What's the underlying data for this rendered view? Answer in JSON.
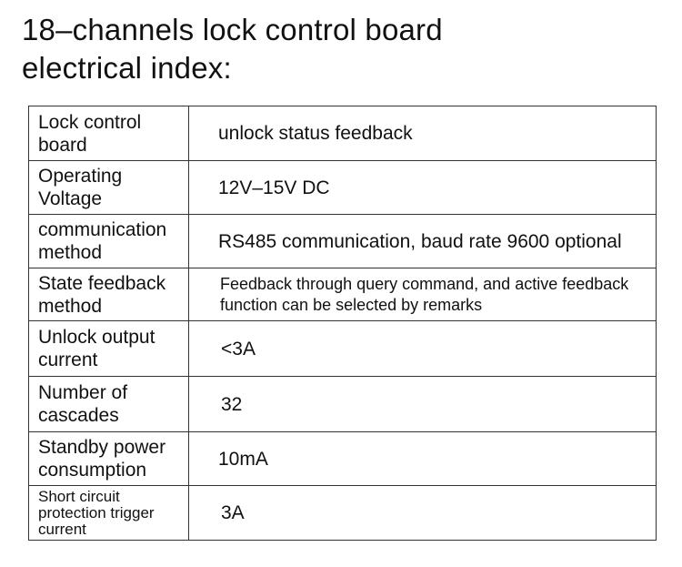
{
  "title_line1": "18–channels lock control board",
  "title_line2": "electrical index:",
  "rows": [
    {
      "label": "Lock control board",
      "value": "unlock status feedback"
    },
    {
      "label": "Operating Voltage",
      "value": "12V–15V DC"
    },
    {
      "label": "communication method",
      "value": "RS485 communication, baud rate 9600 optional"
    },
    {
      "label": "State feedback method",
      "value": "Feedback through query command, and active feedback function can be selected by remarks"
    },
    {
      "label": "Unlock output current",
      "value": "<3A"
    },
    {
      "label": "Number of cascades",
      "value": "32"
    },
    {
      "label": "Standby power consumption",
      "value": "10mA"
    },
    {
      "label": "Short circuit protection trigger current",
      "value": "3A"
    }
  ]
}
